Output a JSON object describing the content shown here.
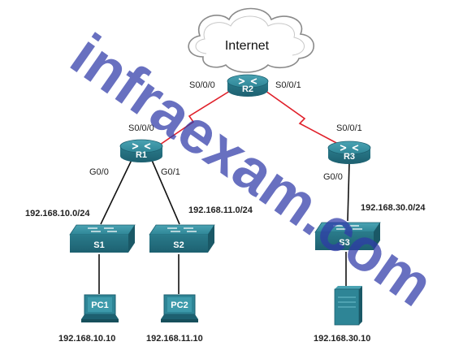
{
  "cloud": {
    "label": "Internet"
  },
  "devices": {
    "R1": "R1",
    "R2": "R2",
    "R3": "R3",
    "S1": "S1",
    "S2": "S2",
    "S3": "S3",
    "PC1": "PC1",
    "PC2": "PC2"
  },
  "interfaces": {
    "r2_s000": "S0/0/0",
    "r2_s001": "S0/0/1",
    "r1_s000": "S0/0/0",
    "r3_s001": "S0/0/1",
    "r1_g00": "G0/0",
    "r1_g01": "G0/1",
    "r3_g00": "G0/0"
  },
  "networks": {
    "lan1": "192.168.10.0/24",
    "lan2": "192.168.11.0/24",
    "lan3": "192.168.30.0/24"
  },
  "hosts": {
    "pc1_ip": "192.168.10.10",
    "pc2_ip": "192.168.11.10",
    "server_ip": "192.168.30.10"
  },
  "watermark": "infraexam.com",
  "colors": {
    "device_teal": "#2e8596",
    "serial_link": "#e0202a",
    "ethernet_link": "#111111",
    "watermark": "#2f3aa8"
  },
  "icons": {
    "router": "router-icon",
    "switch": "switch-icon",
    "pc": "pc-icon",
    "server": "server-icon",
    "cloud": "cloud-icon"
  }
}
